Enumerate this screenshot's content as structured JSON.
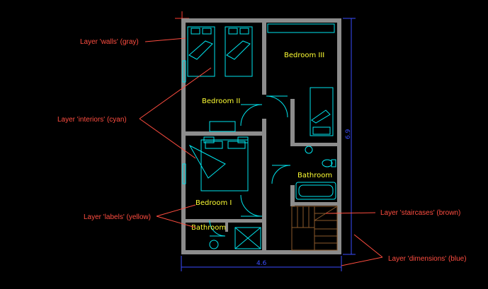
{
  "callouts": {
    "walls": "Layer 'walls' (gray)",
    "interiors": "Layer 'interiors' (cyan)",
    "labels": "Layer 'labels' (yellow)",
    "staircases": "Layer 'staircases' (brown)",
    "dimensions": "Layer 'dimensions' (blue)"
  },
  "rooms": {
    "bedroom2": "Bedroom II",
    "bedroom3": "Bedroom III",
    "bedroom1": "Bedroom I",
    "bathroom_right": "Bathroom",
    "bathroom_left": "Bathroom"
  },
  "dimensions": {
    "width": "4.6",
    "height": "6.9"
  },
  "colors": {
    "walls": "#8c8c8c",
    "interiors": "#00e5ee",
    "labels": "#ffff33",
    "staircases": "#8b5a2b",
    "dimensions": "#3a4dff",
    "callouts": "#ff4d40"
  }
}
